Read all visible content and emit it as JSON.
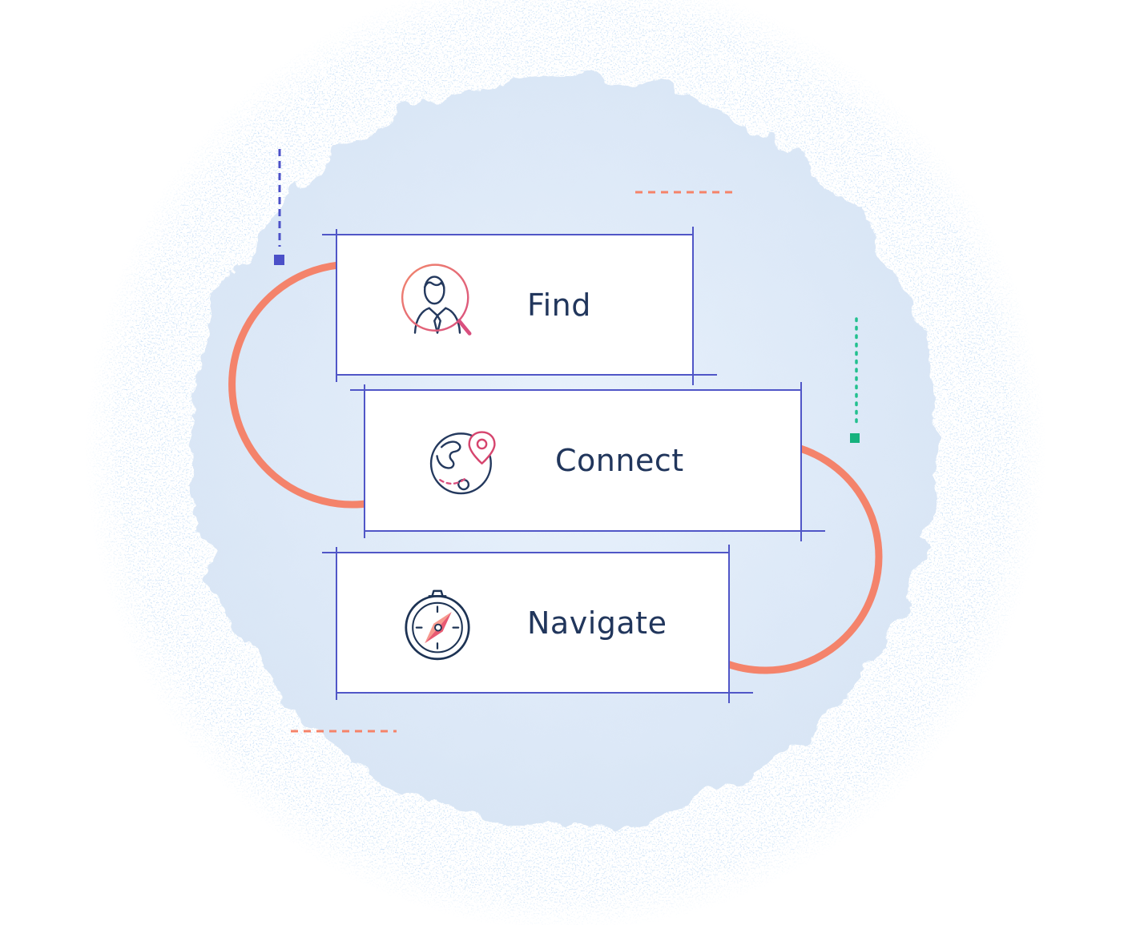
{
  "steps": [
    {
      "label": "Find",
      "icon": "person-search-icon"
    },
    {
      "label": "Connect",
      "icon": "globe-location-icon"
    },
    {
      "label": "Navigate",
      "icon": "compass-icon"
    }
  ],
  "colors": {
    "card_border": "#5056c7",
    "label_text": "#21365c",
    "arc_salmon": "#f4836b",
    "dash_orange": "#f58369",
    "dash_blue": "#4b50c8",
    "dot_teal": "#22c08f",
    "square_blue": "#4b50c8",
    "square_green": "#16b27e",
    "blob_fill": "#dfeaf8",
    "icon_navy": "#24395e",
    "icon_pink": "#d94f7e"
  }
}
